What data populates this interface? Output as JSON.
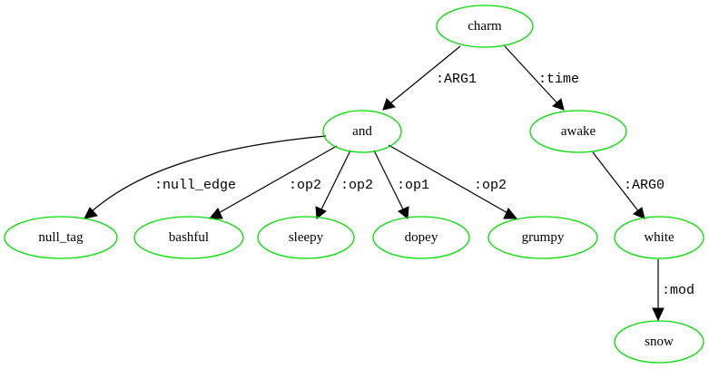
{
  "graph": {
    "nodes": {
      "charm": "charm",
      "and": "and",
      "awake": "awake",
      "null_tag": "null_tag",
      "bashful": "bashful",
      "sleepy": "sleepy",
      "dopey": "dopey",
      "grumpy": "grumpy",
      "white": "white",
      "snow": "snow"
    },
    "edges": [
      {
        "from": "charm",
        "to": "and",
        "label": ":ARG1"
      },
      {
        "from": "charm",
        "to": "awake",
        "label": ":time"
      },
      {
        "from": "and",
        "to": "null_tag",
        "label": ":null_edge"
      },
      {
        "from": "and",
        "to": "bashful",
        "label": ":op2"
      },
      {
        "from": "and",
        "to": "sleepy",
        "label": ":op2"
      },
      {
        "from": "and",
        "to": "dopey",
        "label": ":op1"
      },
      {
        "from": "and",
        "to": "grumpy",
        "label": ":op2"
      },
      {
        "from": "awake",
        "to": "white",
        "label": ":ARG0"
      },
      {
        "from": "white",
        "to": "snow",
        "label": ":mod"
      }
    ],
    "node_color": "#00dd00",
    "edge_color": "#000000"
  }
}
